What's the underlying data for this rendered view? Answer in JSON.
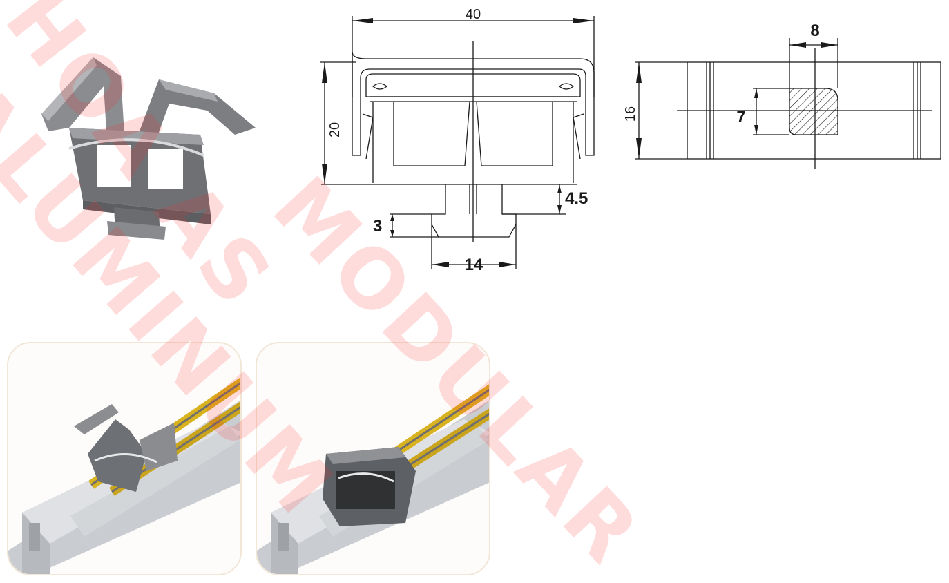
{
  "dimensions": {
    "front_width": "40",
    "front_height": "20",
    "slot_depth": "4.5",
    "tnut_height": "3",
    "tnut_width": "14",
    "side_width": "8",
    "side_height": "16",
    "section_height": "7"
  },
  "watermark": {
    "line1": "HOA AS",
    "line2": "ALUMINUM",
    "line3": "MODULAR"
  },
  "colors": {
    "line": "#1a1a1a",
    "part_grey": "#7d7f82",
    "profile_silver": "#c9ccd0",
    "cable_yellow": "#d9b21f",
    "watermark": "#ff2a2a"
  }
}
